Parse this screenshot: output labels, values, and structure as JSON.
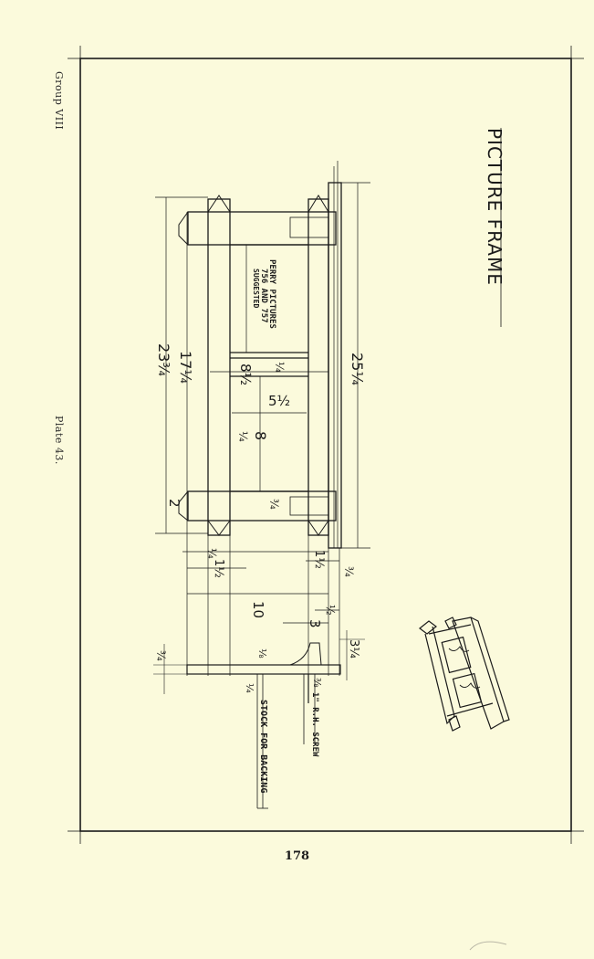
{
  "group_label": "Group VIII",
  "plate_label": "Plate 43.",
  "page_number": "178",
  "drawing": {
    "title": "PICTURE FRAME",
    "note_line1": "PERRY PICTURES",
    "note_line2": "756 AND 757",
    "note_line3": "SUGGESTED",
    "stock_label": "STOCK FOR BACKING",
    "screw_label": "1\" R.H. SCREW",
    "dimensions": {
      "overall_length": "25¼",
      "length_23": "23¾",
      "length_17": "17¼",
      "opening_8_half": "8½",
      "opening_5_half": "5½",
      "opening_8": "8",
      "quarter_a": "¼",
      "quarter_b": "¼",
      "three_quarter_a": "¾",
      "two": "2",
      "one_quarter_a": "¼",
      "one_half": "1½",
      "one_half_b": "1½",
      "three_quarter_b": "¾",
      "ten": "10",
      "half": "½",
      "three": "3",
      "three_quarter_c": "3¼",
      "three_quarter_d": "¾",
      "eighth": "⅛",
      "quarter_c": "¼",
      "three_eighth": "⅜"
    }
  }
}
